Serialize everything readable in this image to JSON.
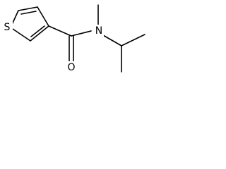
{
  "molecule": {
    "atoms": {
      "sulfur": "S",
      "nitrogen": "N",
      "oxygen": "O"
    }
  },
  "colors": {
    "bond": "#000000",
    "background": "#ffffff"
  }
}
